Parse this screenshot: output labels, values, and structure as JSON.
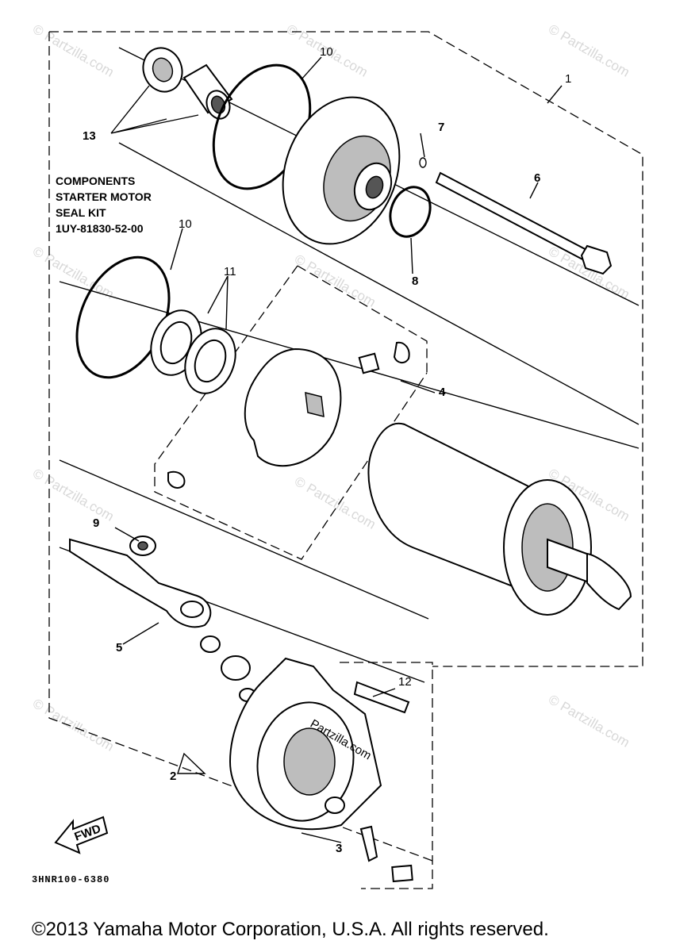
{
  "diagram": {
    "callouts": [
      "1",
      "2",
      "3",
      "4",
      "5",
      "6",
      "7",
      "8",
      "9",
      "10",
      "10",
      "11",
      "12",
      "13"
    ],
    "components_box": {
      "lines": [
        "COMPONENTS",
        "STARTER MOTOR",
        "SEAL KIT",
        "1UY-81830-52-00"
      ]
    },
    "fwd_label": "FWD",
    "drawing_number": "3HNR100-6380",
    "watermark": "© Partzilla.com",
    "center_watermark": "Partzilla.com",
    "copyright": "©2013 Yamaha Motor Corporation, U.S.A. All rights reserved."
  }
}
